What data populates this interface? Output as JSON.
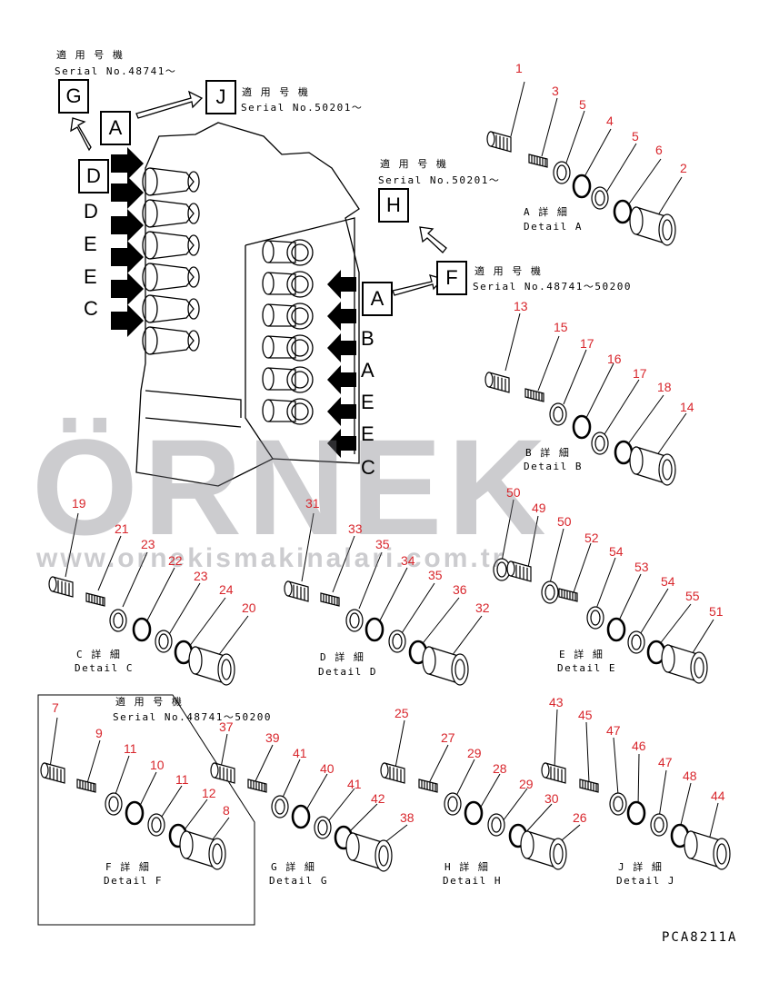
{
  "serial_main_label": "適 用 号 機",
  "serial_main_value": "Serial No.48741～",
  "serial_j_label": "適 用 号 機",
  "serial_j_value": "Serial No.50201～",
  "serial_h_label": "適 用 号 機",
  "serial_h_value": "Serial No.50201～",
  "serial_f_label": "適 用 号 機",
  "serial_f_value": "Serial No.48741～50200",
  "serial_fg_label": "適 用 号 機",
  "serial_fg_value": "Serial No.48741～50200",
  "view_labels": {
    "G": "G",
    "J": "J",
    "A_left": "A",
    "D_box": "D",
    "H": "H",
    "A_right": "A",
    "F": "F"
  },
  "left_ports": [
    "D",
    "E",
    "E",
    "C"
  ],
  "right_ports": [
    "B",
    "A",
    "E",
    "E",
    "C"
  ],
  "details": {
    "A": {
      "jp": "A 詳 細",
      "en": "Detail A",
      "parts": [
        "1",
        "3",
        "5",
        "4",
        "5",
        "6",
        "2"
      ]
    },
    "B": {
      "jp": "B 詳 細",
      "en": "Detail B",
      "parts": [
        "13",
        "15",
        "17",
        "16",
        "17",
        "18",
        "14"
      ]
    },
    "C": {
      "jp": "C 詳 細",
      "en": "Detail C",
      "parts": [
        "19",
        "21",
        "23",
        "22",
        "23",
        "24",
        "20"
      ]
    },
    "D": {
      "jp": "D 詳 細",
      "en": "Detail D",
      "parts": [
        "31",
        "33",
        "35",
        "34",
        "35",
        "36",
        "32"
      ]
    },
    "E": {
      "jp": "E 詳 細",
      "en": "Detail E",
      "parts": [
        "50",
        "49",
        "50",
        "52",
        "54",
        "53",
        "54",
        "55",
        "51"
      ]
    },
    "F": {
      "jp": "F 詳 細",
      "en": "Detail F",
      "parts": [
        "7",
        "9",
        "11",
        "10",
        "11",
        "12",
        "8"
      ]
    },
    "G": {
      "jp": "G 詳 細",
      "en": "Detail G",
      "parts": [
        "37",
        "39",
        "41",
        "40",
        "41",
        "42",
        "38"
      ]
    },
    "H": {
      "jp": "H 詳 細",
      "en": "Detail H",
      "parts": [
        "25",
        "27",
        "29",
        "28",
        "29",
        "30",
        "26"
      ]
    },
    "J": {
      "jp": "J 詳 細",
      "en": "Detail J",
      "parts": [
        "43",
        "45",
        "47",
        "46",
        "47",
        "48",
        "44"
      ]
    }
  },
  "watermark_title": "ÖRNEK",
  "watermark_url": "www.ornekismakinalari.com.tr",
  "drawing_code": "PCA8211A"
}
